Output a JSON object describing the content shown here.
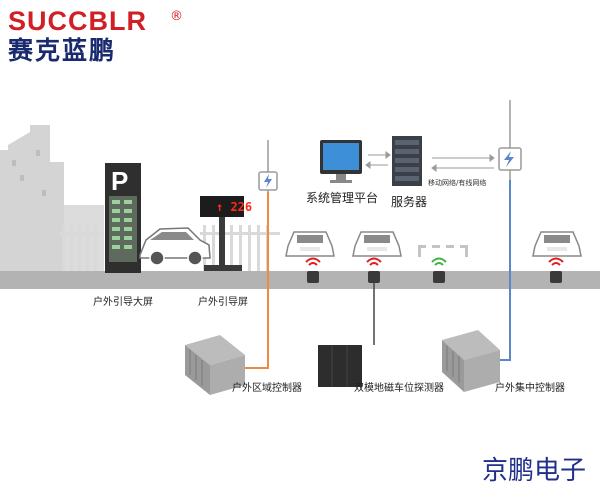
{
  "logo": {
    "text_en": "SUCCBLR",
    "registered_mark": "®",
    "text_cn": "赛克蓝鹏"
  },
  "diagram": {
    "led_display": "↑ 226",
    "guide_sign_letter": "P",
    "labels": {
      "outdoor_big_screen": "户外引导大屏",
      "outdoor_screen": "户外引导屏",
      "management_platform": "系统管理平台",
      "server": "服务器",
      "network": "移动网络/有线网络",
      "zone_controller": "户外区域控制器",
      "detector": "双模地磁车位探测器",
      "central_controller": "户外集中控制器"
    }
  },
  "footer": {
    "brand": "京鹏电子"
  },
  "colors": {
    "logo_red": "#d11f25",
    "logo_blue": "#1a2a6e",
    "ground": "#b3b3b3",
    "building": "#d4d4d4",
    "orange_line": "#f08a3c",
    "blue_line": "#5b86c9",
    "signal_red": "#e02020",
    "signal_green": "#3fb43f",
    "footer_blue": "#1f2f8a"
  }
}
